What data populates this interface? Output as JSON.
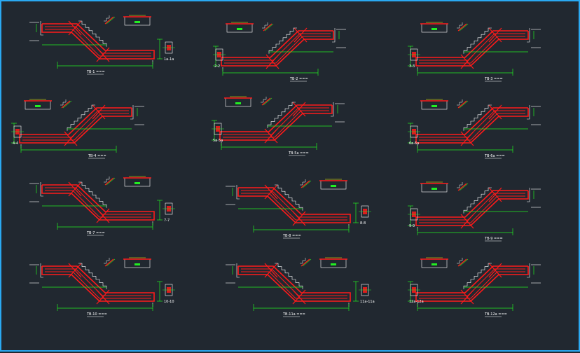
{
  "drawing": {
    "background": "#212830",
    "border_color": "#2aa9f2",
    "colors": {
      "rebar": "#ff1a1a",
      "concrete": "#ffffff",
      "dimension": "#22ee22",
      "annotation": "#ffff00",
      "section_fill": "#ff1a1a"
    }
  },
  "details": [
    {
      "title": "TB-1 ===",
      "section_label": "1a-1a",
      "mirror": false,
      "stairs_side": "left"
    },
    {
      "title": "TB-2 ===",
      "section_label": "2-2",
      "mirror": true,
      "stairs_side": "right"
    },
    {
      "title": "TB-3 ===",
      "section_label": "3-3",
      "mirror": true,
      "stairs_side": "right"
    },
    {
      "title": "TB-4 ===",
      "section_label": "4-4",
      "mirror": true,
      "stairs_side": "right"
    },
    {
      "title": "TB-5a ===",
      "section_label": "5a-5a",
      "mirror": true,
      "stairs_side": "right"
    },
    {
      "title": "TB-6a ===",
      "section_label": "6a-6a",
      "mirror": true,
      "stairs_side": "right"
    },
    {
      "title": "TB-7 ===",
      "section_label": "7-7",
      "mirror": false,
      "stairs_side": "left"
    },
    {
      "title": "TB-8 ===",
      "section_label": "8-8",
      "mirror": false,
      "stairs_side": "left"
    },
    {
      "title": "TB-9 ===",
      "section_label": "9-9",
      "mirror": true,
      "stairs_side": "right"
    },
    {
      "title": "TB-10 ===",
      "section_label": "10-10",
      "mirror": false,
      "stairs_side": "left"
    },
    {
      "title": "TB-11a ===",
      "section_label": "11a-11a",
      "mirror": false,
      "stairs_side": "left"
    },
    {
      "title": "TB-12a ===",
      "section_label": "12a-12a",
      "mirror": true,
      "stairs_side": "right"
    }
  ]
}
